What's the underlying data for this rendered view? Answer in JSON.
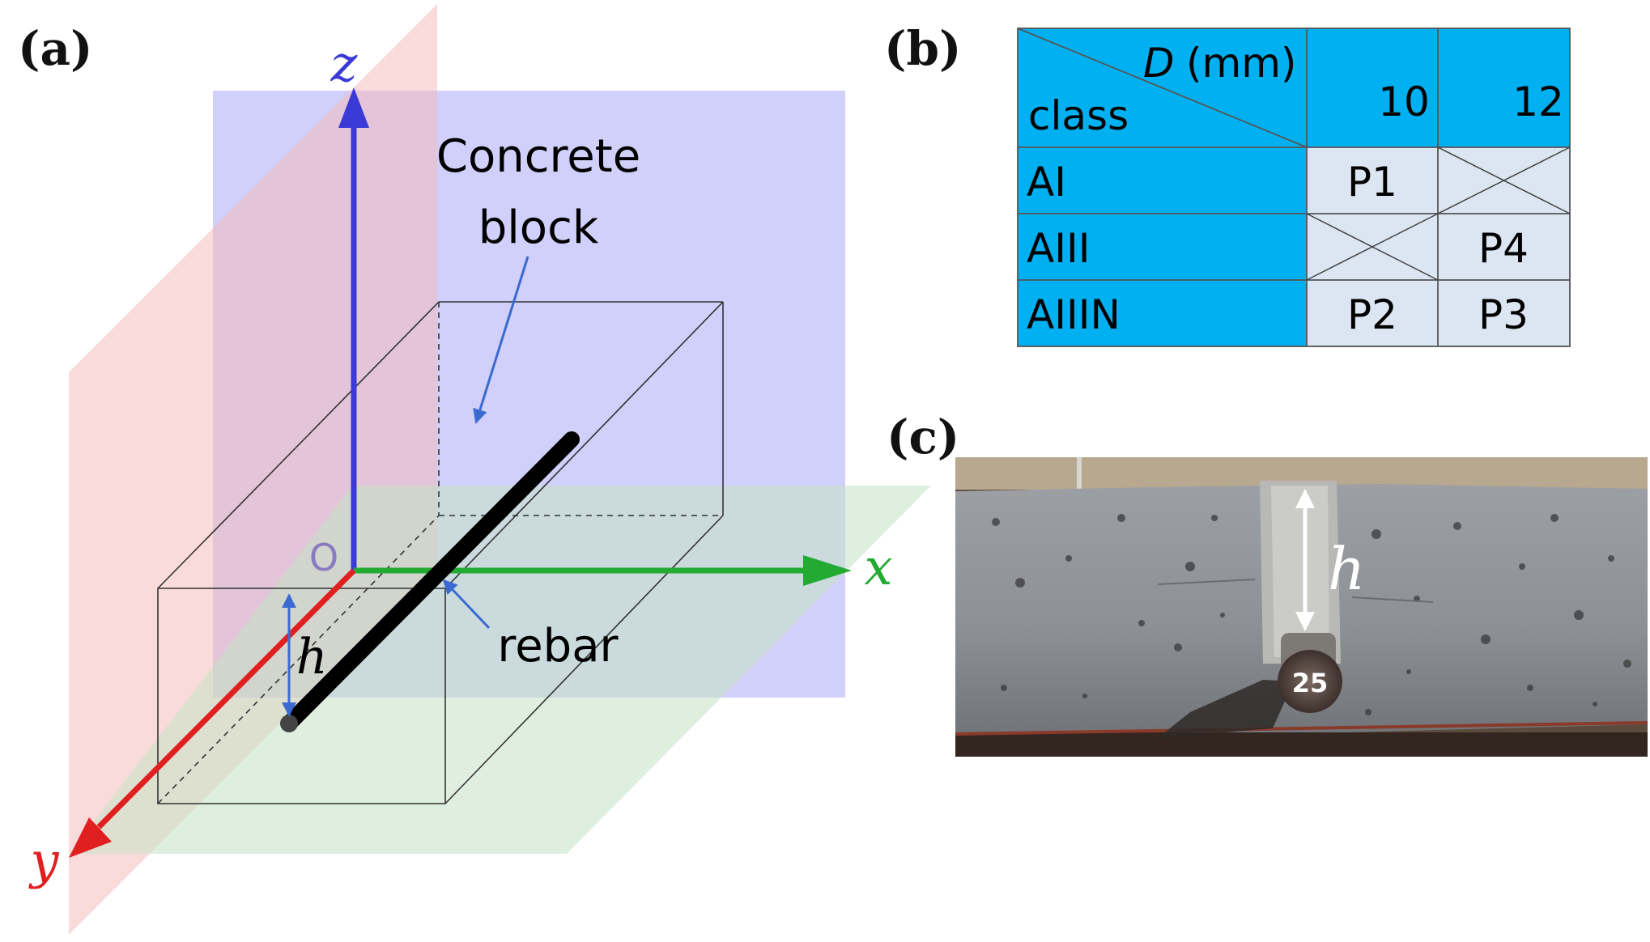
{
  "panels": {
    "a": {
      "label": "(a)",
      "axis_z": "z",
      "axis_x": "x",
      "axis_y": "y",
      "origin": "O",
      "concrete_line1": "Concrete",
      "concrete_line2": "block",
      "rebar": "rebar",
      "h_label": "h",
      "colors": {
        "z_axis": "#3a3ad6",
        "x_axis": "#22aa33",
        "y_axis": "#e02020",
        "xz_plane": "#aaaaf5",
        "yz_plane": "#f5b8b8",
        "xy_plane": "#c4e2c4"
      }
    },
    "b": {
      "label": "(b)",
      "header_d_symbol": "D",
      "header_d_unit": "(mm)",
      "header_class": "class",
      "columns": [
        "10",
        "12"
      ],
      "rows": [
        {
          "name": "AI",
          "cells": [
            "P1",
            ""
          ]
        },
        {
          "name": "AIII",
          "cells": [
            "",
            "P4"
          ]
        },
        {
          "name": "AIIIN",
          "cells": [
            "P2",
            "P3"
          ]
        }
      ],
      "colors": {
        "header": "#00b0f0",
        "cell": "#dce6f2"
      }
    },
    "c": {
      "label": "(c)",
      "h_label": "h",
      "tag": "25"
    }
  }
}
